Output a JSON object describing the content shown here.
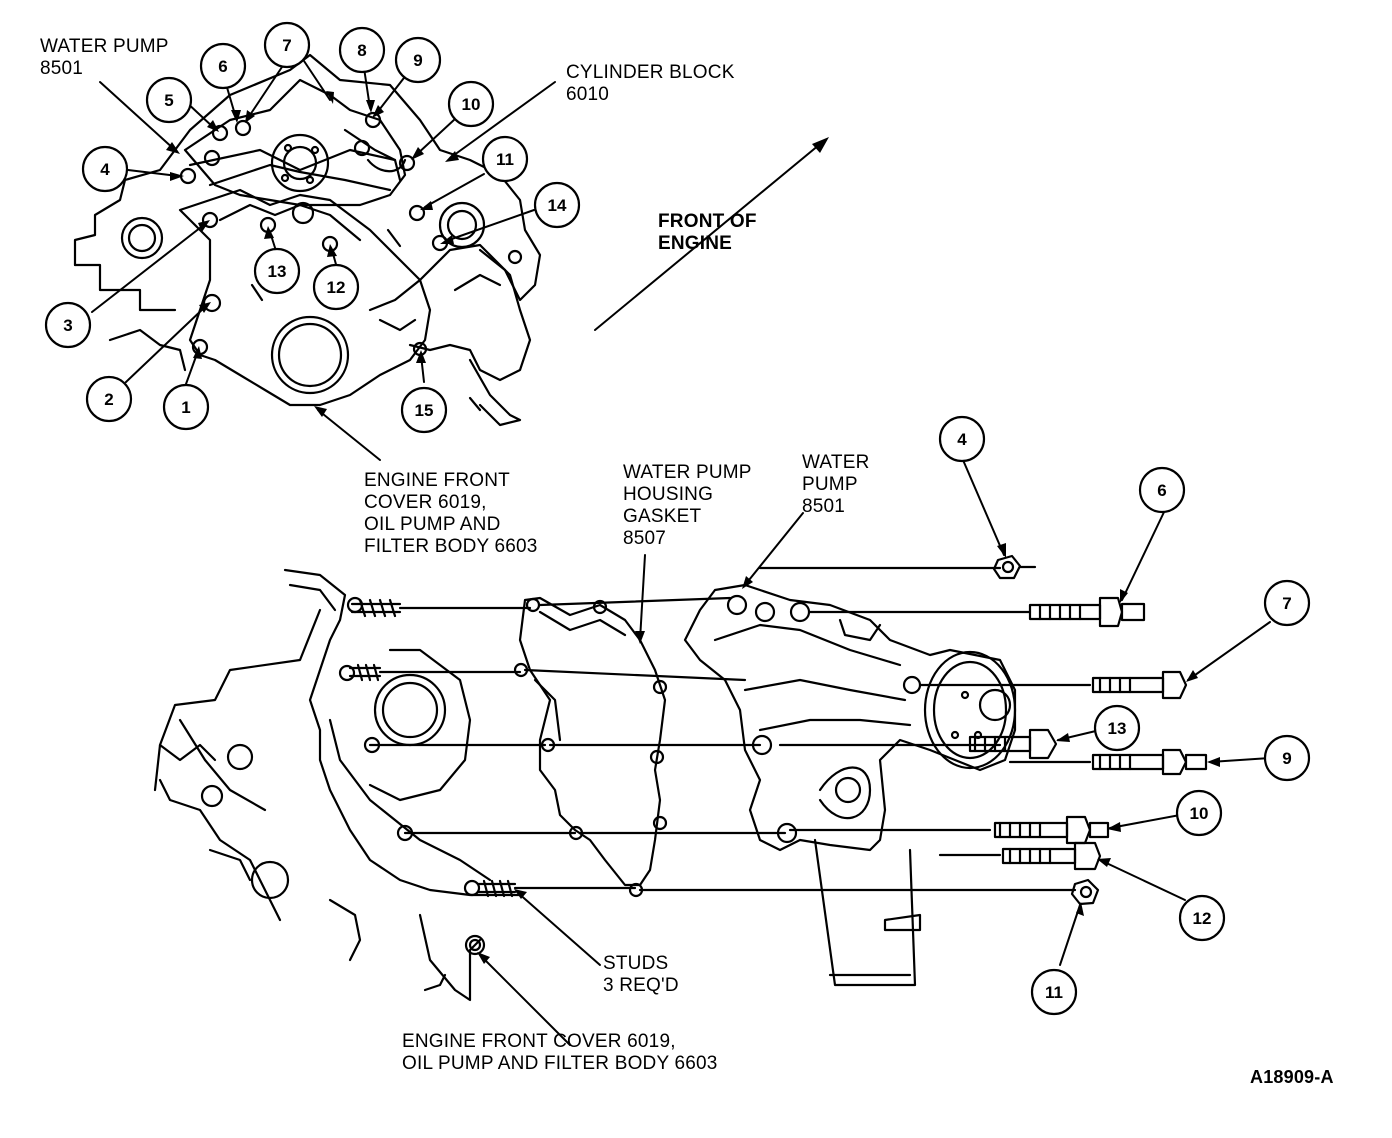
{
  "labels": {
    "water_pump_top": "WATER PUMP\n8501",
    "cylinder_block": "CYLINDER BLOCK\n6010",
    "front_of_engine": "FRONT OF\nENGINE",
    "front_cover_top": "ENGINE FRONT\nCOVER 6019,\nOIL PUMP AND\nFILTER BODY 6603",
    "gasket": "WATER PUMP\nHOUSING\nGASKET\n8507",
    "water_pump_right": "WATER\nPUMP\n8501",
    "studs": "STUDS\n3 REQ'D",
    "front_cover_bottom": "ENGINE FRONT COVER 6019,\nOIL PUMP AND FILTER BODY 6603",
    "figure_id": "A18909-A"
  },
  "callouts_top": [
    "1",
    "2",
    "3",
    "4",
    "5",
    "6",
    "7",
    "8",
    "9",
    "10",
    "11",
    "12",
    "13",
    "14",
    "15"
  ],
  "callouts_bottom": [
    "4",
    "6",
    "7",
    "13",
    "9",
    "10",
    "12",
    "11"
  ]
}
